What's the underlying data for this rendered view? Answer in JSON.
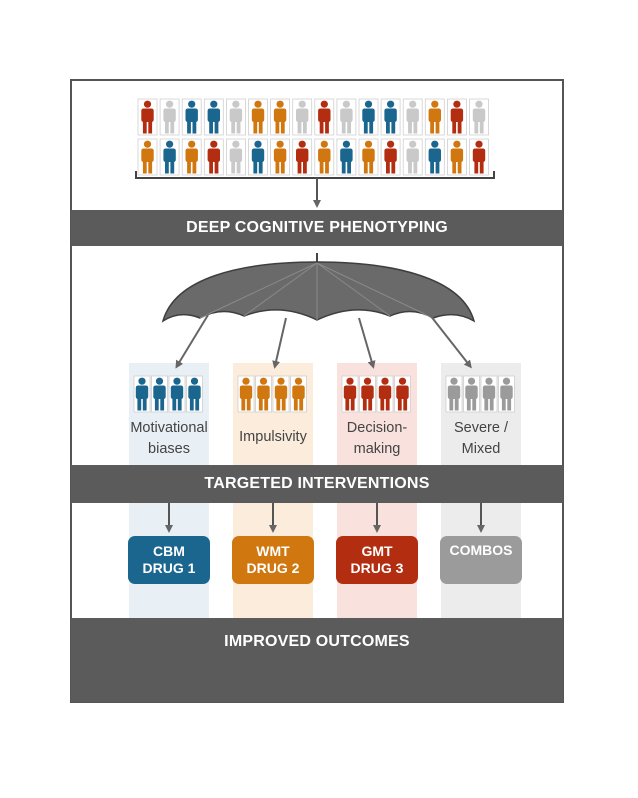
{
  "colors": {
    "blue": "#1a668f",
    "orange": "#d0770f",
    "red": "#b32e10",
    "gray": "#c9c9c9",
    "dark_gray": "#9b9b9b",
    "banner": "#5b5b5b",
    "arrow": "#666666"
  },
  "population": {
    "row1": [
      "red",
      "gray",
      "blue",
      "blue",
      "gray",
      "orange",
      "orange",
      "gray",
      "red",
      "gray",
      "blue",
      "blue",
      "gray",
      "orange",
      "red",
      "gray"
    ],
    "row2": [
      "orange",
      "blue",
      "orange",
      "red",
      "gray",
      "blue",
      "orange",
      "red",
      "orange",
      "blue",
      "orange",
      "red",
      "gray",
      "blue",
      "orange",
      "red"
    ]
  },
  "banners": {
    "phenotyping": "DEEP COGNITIVE PHENOTYPING",
    "interventions": "TARGETED INTERVENTIONS",
    "outcomes": "IMPROVED OUTCOMES"
  },
  "columns": [
    {
      "label_line1": "Motivational",
      "label_line2": "biases",
      "figure_color": "blue",
      "panel_color": "#e8eff5"
    },
    {
      "label_line1": "Impulsivity",
      "label_line2": "",
      "figure_color": "orange",
      "panel_color": "#fbecdb"
    },
    {
      "label_line1": "Decision-",
      "label_line2": "making",
      "figure_color": "red",
      "panel_color": "#f9e2dd"
    },
    {
      "label_line1": "Severe /",
      "label_line2": "Mixed",
      "figure_color": "dark_gray",
      "panel_color": "#ececec"
    }
  ],
  "drugs": [
    {
      "line1": "CBM",
      "line2": "DRUG 1",
      "color": "#1a668f"
    },
    {
      "line1": "WMT",
      "line2": "DRUG 2",
      "color": "#d0770f"
    },
    {
      "line1": "GMT",
      "line2": "DRUG 3",
      "color": "#b32e10"
    },
    {
      "line1": "COMBOS",
      "line2": "",
      "color": "#9b9b9b"
    }
  ],
  "icons": [
    "person-icon",
    "umbrella-icon",
    "arrow-icon"
  ]
}
